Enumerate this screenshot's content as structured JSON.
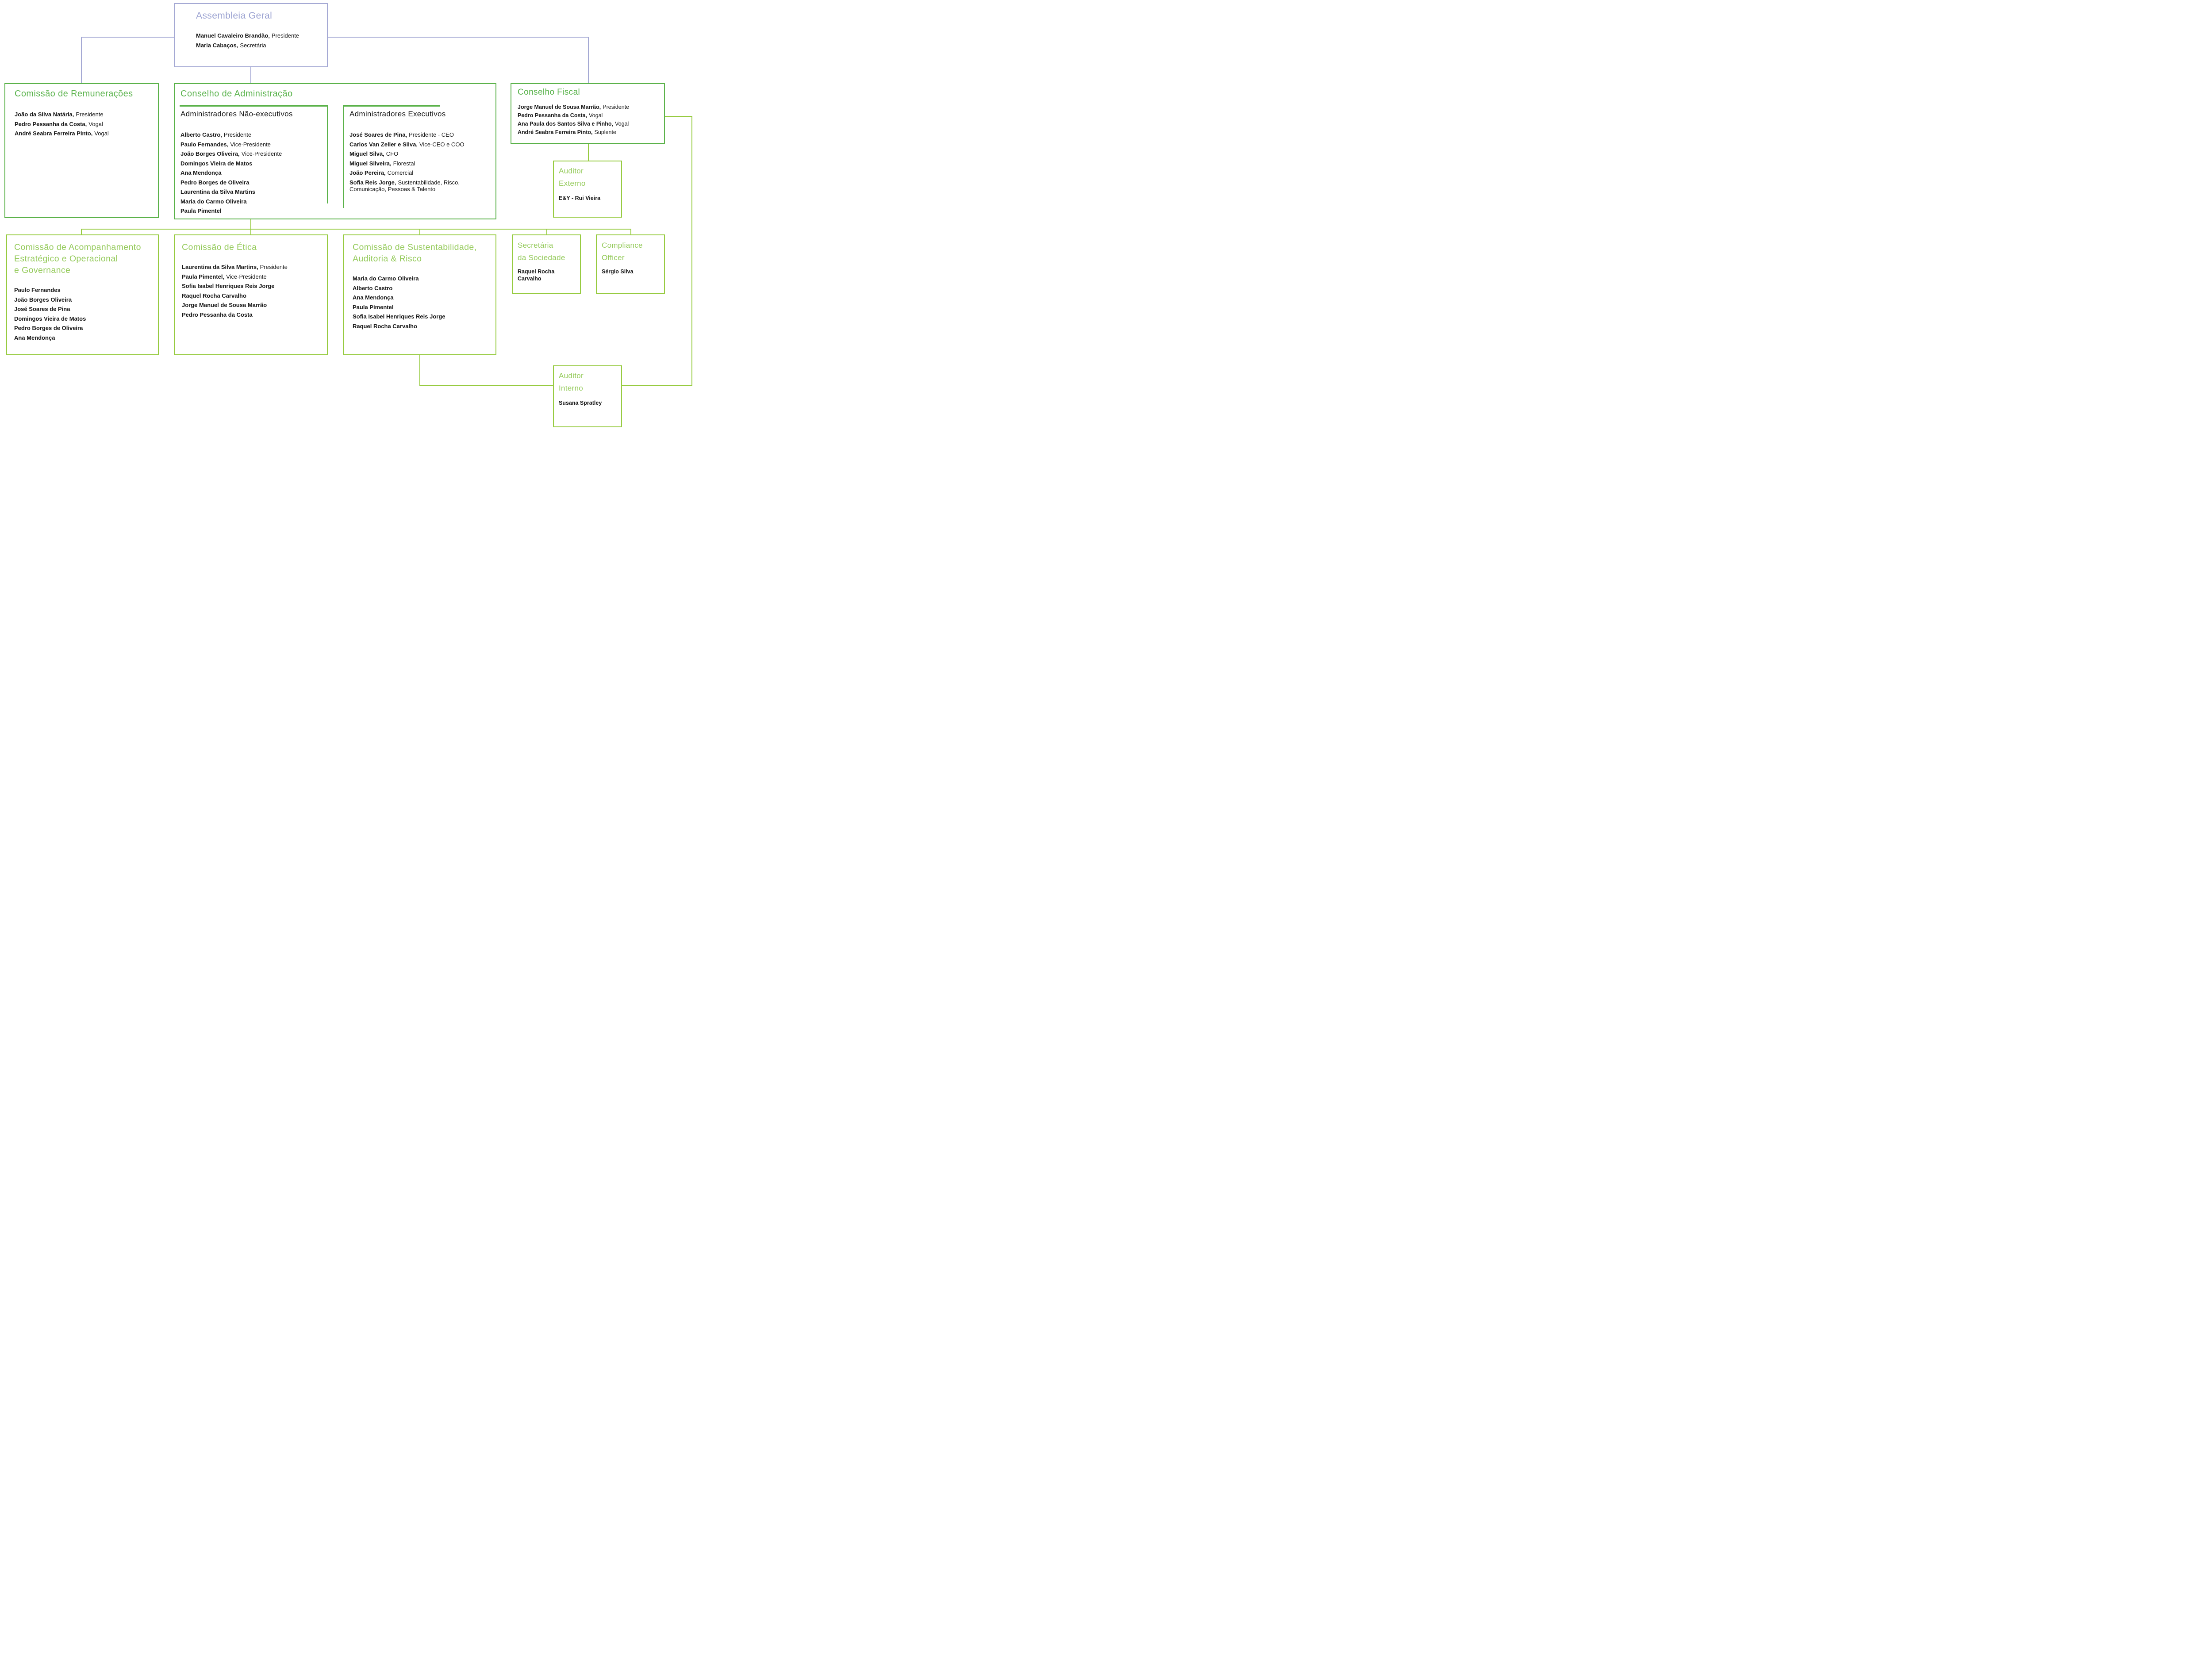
{
  "colors": {
    "purple_border": "#a5a9d4",
    "purple_title": "#9ba2d1",
    "green_dark": "#5bb24a",
    "green_light": "#97cb41",
    "text": "#161616"
  },
  "assembleia": {
    "title": "Assembleia Geral",
    "members": [
      {
        "name": "Manuel Cavaleiro Brandão,",
        "role": "Presidente"
      },
      {
        "name": "Maria Cabaços,",
        "role": "Secretária"
      }
    ]
  },
  "remuneracoes": {
    "title": "Comissão de Remunerações",
    "members": [
      {
        "name": "João da Silva Natária,",
        "role": "Presidente"
      },
      {
        "name": "Pedro Pessanha da Costa,",
        "role": "Vogal"
      },
      {
        "name": "André Seabra Ferreira Pinto,",
        "role": "Vogal"
      }
    ]
  },
  "administracao": {
    "title": "Conselho de Administração",
    "nao_executivos": {
      "title": "Administradores Não-executivos",
      "members": [
        {
          "name": "Alberto Castro,",
          "role": "Presidente"
        },
        {
          "name": "Paulo Fernandes,",
          "role": "Vice-Presidente"
        },
        {
          "name": "João Borges Oliveira,",
          "role": "Vice-Presidente"
        },
        {
          "name": "Domingos Vieira de Matos"
        },
        {
          "name": "Ana Mendonça"
        },
        {
          "name": "Pedro Borges de Oliveira"
        },
        {
          "name": "Laurentina da Silva Martins"
        },
        {
          "name": "Maria do Carmo Oliveira"
        },
        {
          "name": "Paula Pimentel"
        }
      ]
    },
    "executivos": {
      "title": "Administradores Executivos",
      "members": [
        {
          "name": "José Soares de Pina,",
          "role": "Presidente - CEO"
        },
        {
          "name": "Carlos Van Zeller e Silva,",
          "role": "Vice-CEO e COO"
        },
        {
          "name": "Miguel Silva,",
          "role": "CFO"
        },
        {
          "name": "Miguel Silveira,",
          "role": "Florestal"
        },
        {
          "name": "João Pereira,",
          "role": "Comercial"
        },
        {
          "name": "Sofia Reis Jorge,",
          "role": "Sustentabilidade, Risco, Comunicação, Pessoas & Talento"
        }
      ]
    }
  },
  "fiscal": {
    "title": "Conselho Fiscal",
    "members": [
      {
        "name": "Jorge Manuel de Sousa Marrão,",
        "role": "Presidente"
      },
      {
        "name": "Pedro Pessanha da Costa,",
        "role": "Vogal"
      },
      {
        "name": "Ana Paula dos Santos Silva e Pinho,",
        "role": "Vogal"
      },
      {
        "name": "André Seabra Ferreira Pinto,",
        "role": "Suplente"
      }
    ]
  },
  "auditor_externo": {
    "title_lines": [
      "Auditor",
      "Externo"
    ],
    "name": "E&Y - Rui Vieira"
  },
  "acompanhamento": {
    "title_lines": [
      "Comissão de Acompanhamento",
      "Estratégico e Operacional",
      "e Governance"
    ],
    "members": [
      {
        "name": "Paulo Fernandes"
      },
      {
        "name": "João Borges Oliveira"
      },
      {
        "name": "José Soares de Pina"
      },
      {
        "name": "Domingos Vieira de Matos"
      },
      {
        "name": "Pedro Borges de Oliveira"
      },
      {
        "name": "Ana Mendonça"
      }
    ]
  },
  "etica": {
    "title": "Comissão de Ética",
    "members": [
      {
        "name": "Laurentina da Silva Martins,",
        "role": "Presidente"
      },
      {
        "name": "Paula Pimentel,",
        "role": "Vice-Presidente"
      },
      {
        "name": "Sofia Isabel Henriques Reis Jorge"
      },
      {
        "name": "Raquel Rocha Carvalho"
      },
      {
        "name": "Jorge Manuel de Sousa Marrão"
      },
      {
        "name": "Pedro Pessanha da Costa"
      }
    ]
  },
  "sustentabilidade": {
    "title_lines": [
      "Comissão de Sustentabilidade,",
      "Auditoria & Risco"
    ],
    "members": [
      {
        "name": "Maria do Carmo Oliveira"
      },
      {
        "name": "Alberto Castro"
      },
      {
        "name": "Ana Mendonça"
      },
      {
        "name": "Paula Pimentel"
      },
      {
        "name": "Sofia Isabel Henriques Reis Jorge"
      },
      {
        "name": "Raquel Rocha Carvalho"
      }
    ]
  },
  "secretaria": {
    "title_lines": [
      "Secretária",
      "da Sociedade"
    ],
    "name": "Raquel Rocha Carvalho"
  },
  "compliance": {
    "title_lines": [
      "Compliance",
      "Officer"
    ],
    "name": "Sérgio Silva"
  },
  "auditor_interno": {
    "title_lines": [
      "Auditor",
      "Interno"
    ],
    "name": "Susana Spratley"
  }
}
